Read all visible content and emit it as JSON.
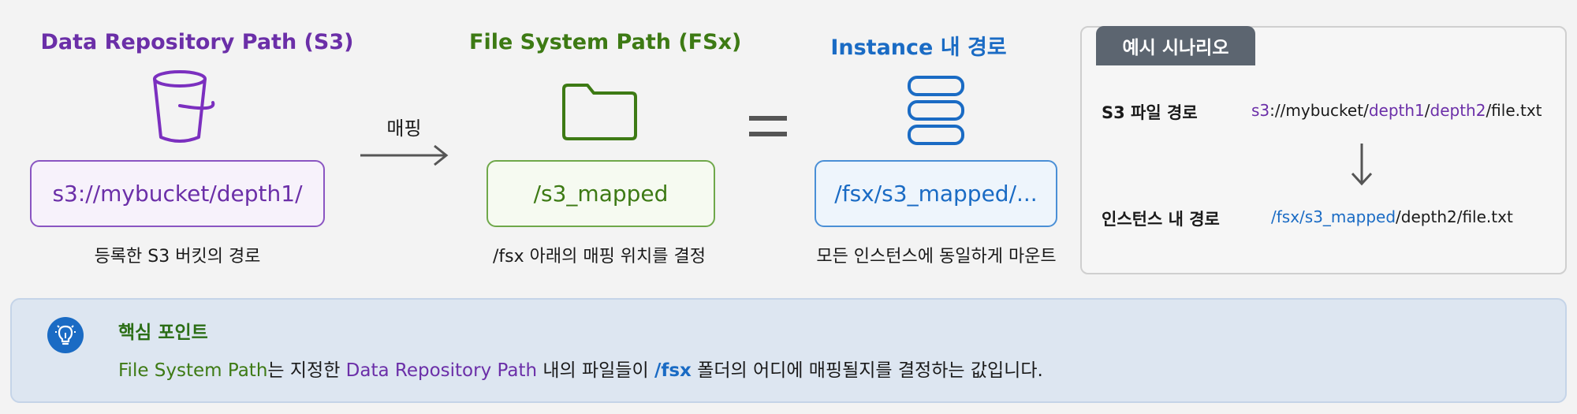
{
  "columns": {
    "s3": {
      "title": "Data Repository Path (S3)",
      "path": "s3://mybucket/depth1/",
      "caption": "등록한 S3 버킷의 경로",
      "icon": "bucket-icon",
      "color": "#6b2fa8"
    },
    "mapping": {
      "label": "매핑",
      "icon": "arrow-right-icon"
    },
    "fsx": {
      "title": "File System Path (FSx)",
      "path": "/s3_mapped",
      "caption": "/fsx 아래의 매핑 위치를 결정",
      "icon": "folder-icon",
      "color": "#3d7a14"
    },
    "equals": {
      "icon": "equals-icon"
    },
    "instance": {
      "title": "Instance 내 경로",
      "path": "/fsx/s3_mapped/...",
      "caption": "모든 인스턴스에 동일하게 마운트",
      "icon": "server-stack-icon",
      "color": "#1a6bc4"
    }
  },
  "scenario": {
    "tab_label": "예시 시나리오",
    "s3_label": "S3 파일 경로",
    "s3_path": {
      "scheme": "s3",
      "sep1": "://mybucket/",
      "depth1": "depth1",
      "slash1": "/",
      "depth2": "depth2",
      "file": "/file.txt"
    },
    "arrow_icon": "arrow-down-icon",
    "instance_label": "인스턴스 내 경로",
    "instance_path": {
      "mapped": "/fsx/s3_mapped",
      "rest": "/depth2/file.txt"
    }
  },
  "key_point": {
    "icon": "lightbulb-icon",
    "title": "핵심 포인트",
    "body": {
      "term1": "File System Path",
      "text1": "는 지정한 ",
      "term2": "Data Repository Path",
      "text2": " 내의 파일들이 ",
      "term3": "/fsx",
      "text3": " 폴더의 어디에 매핑될지를 결정하는 값입니다."
    }
  }
}
